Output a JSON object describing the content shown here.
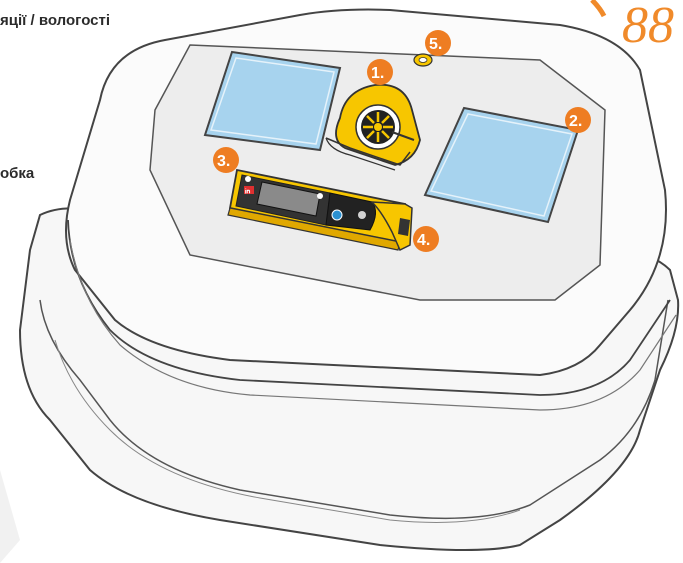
{
  "labels": {
    "top_fragment": "яції / вологості",
    "middle_fragment": "обка",
    "corner_number": "88"
  },
  "badges": [
    "1.",
    "2.",
    "3.",
    "4.",
    "5."
  ],
  "colors": {
    "badge": "#ee7d22",
    "window": "#a7d3ee",
    "controller_yellow": "#f7c600",
    "corner_number": "#f08a2a",
    "lid_panel": "#ededed"
  }
}
